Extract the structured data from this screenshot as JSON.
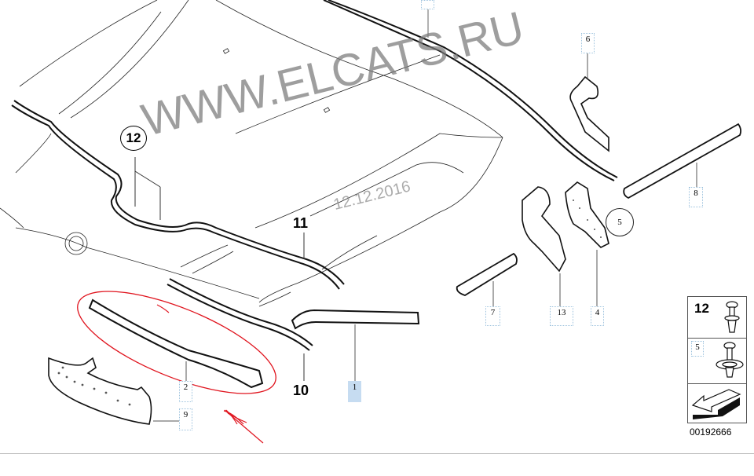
{
  "diagram": {
    "watermark": "WWW.ELCATS.RU",
    "date_stamp": "12.12.2016",
    "diagram_id": "00192666",
    "colors": {
      "line": "#000000",
      "watermark": "#8a8a8a",
      "annotation_red": "#e0141e",
      "callout_border": "#9ec3de",
      "callout_selected": "#c6dcf1"
    },
    "callouts": [
      {
        "num": "1",
        "selected": true
      },
      {
        "num": "2",
        "selected": false
      },
      {
        "num": "4",
        "selected": false
      },
      {
        "num": "5",
        "selected": false
      },
      {
        "num": "6",
        "selected": false
      },
      {
        "num": "7",
        "selected": false
      },
      {
        "num": "8",
        "selected": false
      },
      {
        "num": "9",
        "selected": false
      },
      {
        "num": "13",
        "selected": false
      },
      {
        "num": "",
        "selected": false
      }
    ],
    "bold_labels": {
      "l10": "10",
      "l11": "11",
      "l12": "12"
    },
    "legend": {
      "row1_num": "12",
      "row2_num": "5",
      "row3_icon": "arrow-left-down-icon"
    },
    "annotations": {
      "red_ellipse": "highlight around part 2",
      "red_arrow": "pointing toward part 2"
    }
  }
}
